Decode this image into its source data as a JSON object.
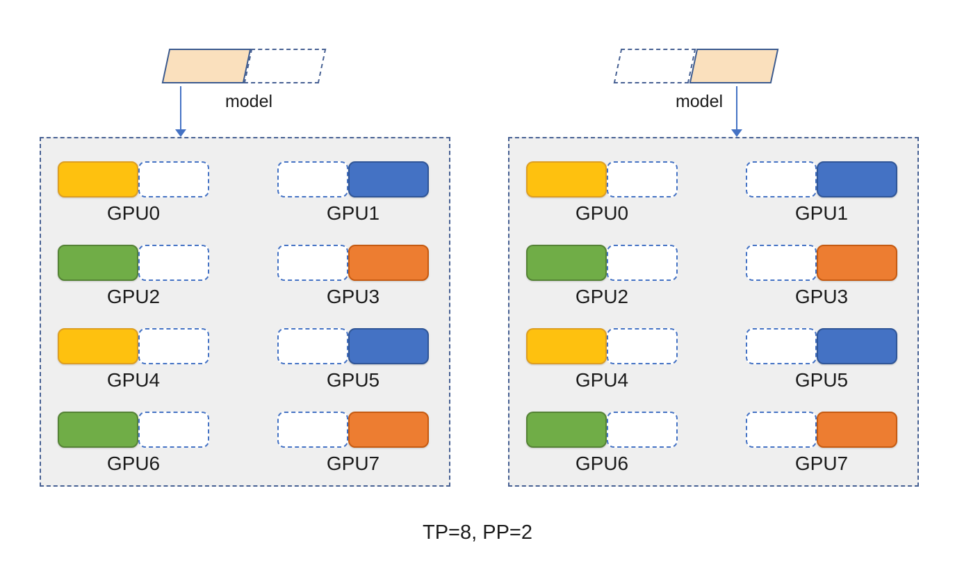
{
  "caption": "TP=8, PP=2",
  "colors": {
    "yellow": {
      "fill": "#fec10f",
      "border": "#dd9e21"
    },
    "blue": {
      "fill": "#4472c4",
      "border": "#2f5597"
    },
    "green": {
      "fill": "#70ad47",
      "border": "#548235"
    },
    "orange": {
      "fill": "#ed7d31",
      "border": "#c55a11"
    },
    "box_border": "#455f92",
    "box_background": "#efefef",
    "dashed_block_border": "#4472c4",
    "model_fill": "#fae0bd",
    "model_border": "#39598f",
    "arrow": "#4472c4",
    "text": "#1a1a1a"
  },
  "nodes": [
    {
      "model_label": "model",
      "model_solid_side": "left",
      "gpus": [
        {
          "label": "GPU0",
          "color": "yellow",
          "solid_side": "left"
        },
        {
          "label": "GPU1",
          "color": "blue",
          "solid_side": "right"
        },
        {
          "label": "GPU2",
          "color": "green",
          "solid_side": "left"
        },
        {
          "label": "GPU3",
          "color": "orange",
          "solid_side": "right"
        },
        {
          "label": "GPU4",
          "color": "yellow",
          "solid_side": "left"
        },
        {
          "label": "GPU5",
          "color": "blue",
          "solid_side": "right"
        },
        {
          "label": "GPU6",
          "color": "green",
          "solid_side": "left"
        },
        {
          "label": "GPU7",
          "color": "orange",
          "solid_side": "right"
        }
      ]
    },
    {
      "model_label": "model",
      "model_solid_side": "right",
      "gpus": [
        {
          "label": "GPU0",
          "color": "yellow",
          "solid_side": "left"
        },
        {
          "label": "GPU1",
          "color": "blue",
          "solid_side": "right"
        },
        {
          "label": "GPU2",
          "color": "green",
          "solid_side": "left"
        },
        {
          "label": "GPU3",
          "color": "orange",
          "solid_side": "right"
        },
        {
          "label": "GPU4",
          "color": "yellow",
          "solid_side": "left"
        },
        {
          "label": "GPU5",
          "color": "blue",
          "solid_side": "right"
        },
        {
          "label": "GPU6",
          "color": "green",
          "solid_side": "left"
        },
        {
          "label": "GPU7",
          "color": "orange",
          "solid_side": "right"
        }
      ]
    }
  ]
}
